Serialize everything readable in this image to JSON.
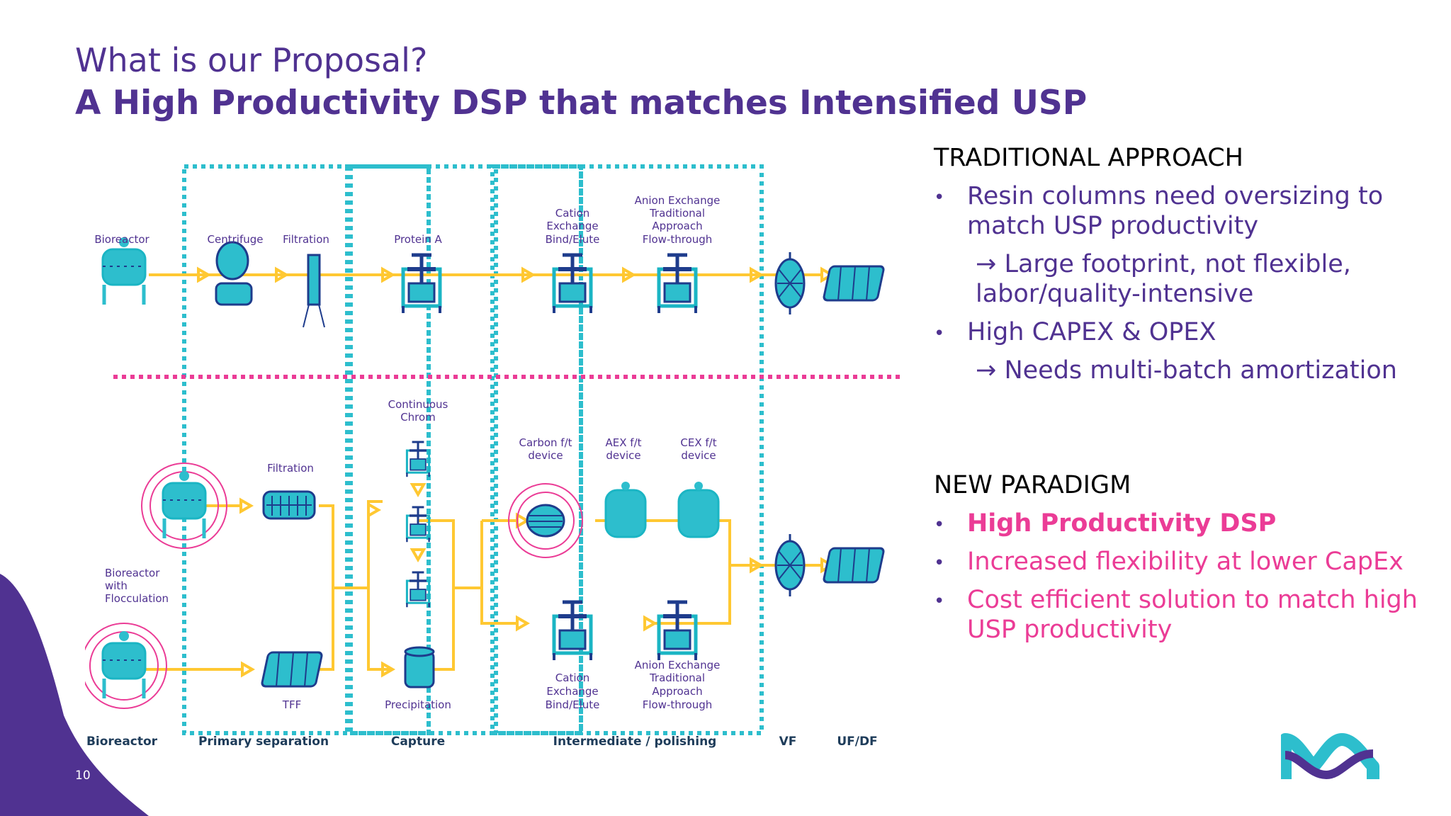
{
  "title": {
    "line1": "What is our Proposal?",
    "line2": "A High Productivity DSP that matches Intensified USP"
  },
  "traditional": {
    "heading": "TRADITIONAL APPROACH",
    "bullets": [
      {
        "text": "Resin columns need oversizing to match USP productivity",
        "sub": "→ Large footprint, not flexible, labor/quality-intensive"
      },
      {
        "text": "High CAPEX & OPEX",
        "sub": "→ Needs multi-batch amortization"
      }
    ]
  },
  "paradigm": {
    "heading": "NEW PARADIGM",
    "bullets": [
      {
        "text": "High Productivity DSP"
      },
      {
        "text": "Increased flexibility at lower CapEx"
      },
      {
        "text": "Cost efficient solution to match high USP productivity"
      }
    ]
  },
  "diagram": {
    "top_labels": {
      "bioreactor": "Bioreactor",
      "centrifuge": "Centrifuge",
      "filtration": "Filtration",
      "protein_a": "Protein A",
      "cation_1": "Cation",
      "cation_2": "Exchange",
      "cation_3": "Bind/Elute",
      "anion_1": "Anion Exchange",
      "anion_2": "Traditional",
      "anion_3": "Approach",
      "anion_4": "Flow-through"
    },
    "bottom_labels": {
      "continuous_1": "Continuous",
      "continuous_2": "Chrom",
      "carbon_1": "Carbon f/t",
      "carbon_2": "device",
      "aex_1": "AEX f/t",
      "aex_2": "device",
      "cex_1": "CEX f/t",
      "cex_2": "device",
      "filtration": "Filtration",
      "bioreactor_floc_1": "Bioreactor",
      "bioreactor_floc_2": "with",
      "bioreactor_floc_3": "Flocculation",
      "tff": "TFF",
      "precipitation": "Precipitation",
      "cation_1": "Cation",
      "cation_2": "Exchange",
      "cation_3": "Bind/Elute",
      "anion_1": "Anion Exchange",
      "anion_2": "Traditional",
      "anion_3": "Approach",
      "anion_4": "Flow-through"
    },
    "columns": {
      "bioreactor": "Bioreactor",
      "primary": "Primary separation",
      "capture": "Capture",
      "polishing": "Intermediate / polishing",
      "vf": "VF",
      "ufdf": "UF/DF"
    }
  },
  "page_number": "10",
  "colors": {
    "purple": "#503291",
    "pink": "#EB3C96",
    "teal": "#1BB5C4",
    "cyan": "#2DBECD",
    "yellow": "#FFC832",
    "navy": "#1E3C8C"
  }
}
